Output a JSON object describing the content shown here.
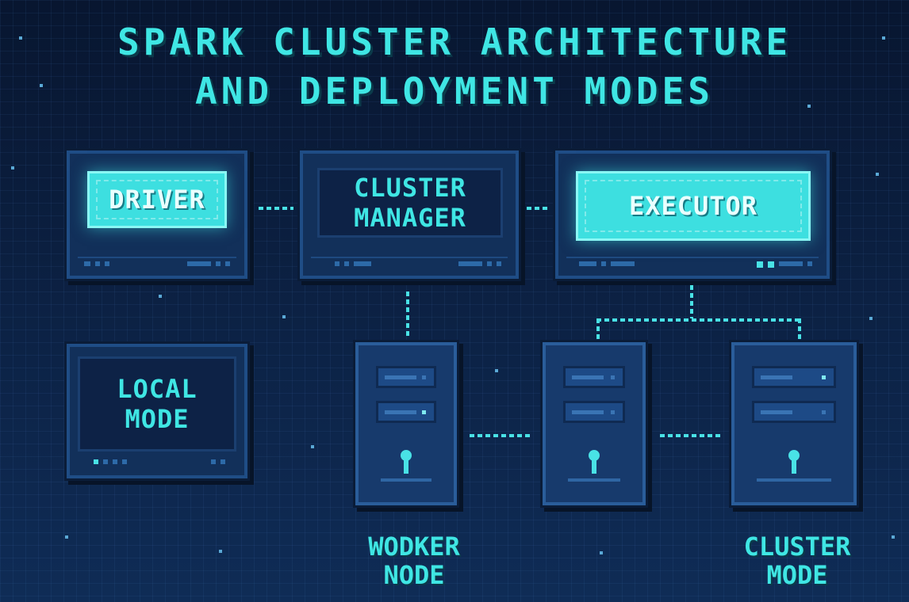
{
  "title": {
    "line1": "SPARK CLUSTER ARCHITECTURE",
    "line2": "AND DEPLOYMENT MODES"
  },
  "nodes": {
    "driver": "DRIVER",
    "cluster_manager": "CLUSTER\nMANAGER",
    "executor": "EXECUTOR",
    "local_mode": "LOCAL\nMODE"
  },
  "captions": {
    "worker_node": "WODKER\nNODE",
    "cluster_mode": "CLUSTER\nMODE"
  },
  "colors": {
    "background": "#0c1f3d",
    "accent": "#3fe6e4",
    "lit_screen": "#3ddfe0",
    "frame": "#1f4d86"
  }
}
